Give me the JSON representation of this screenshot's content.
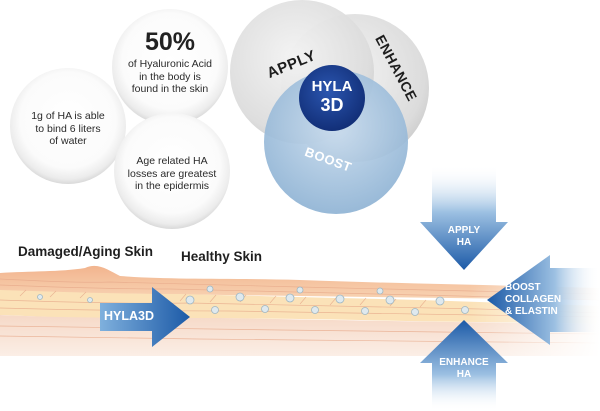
{
  "bubbles": {
    "stat_big": "50%",
    "stat_big_caption": "of Hyaluronic Acid\nin the body is\nfound in the skin",
    "water_fact": "1g of HA is able\nto bind 6 liters\nof water",
    "age_fact": "Age related HA\nlosses are greatest\nin the epidermis"
  },
  "venn": {
    "apply": "APPLY",
    "enhance": "ENHANCE",
    "boost": "BOOST",
    "center_line1": "HYLA",
    "center_line2": "3D"
  },
  "skin": {
    "damaged_label": "Damaged/Aging Skin",
    "healthy_label": "Healthy Skin"
  },
  "arrows": {
    "hyla3d": "HYLA3D",
    "apply": "APPLY\nHA",
    "boost": "BOOST\nCOLLAGEN\n& ELASTIN",
    "enhance": "ENHANCE\nHA"
  },
  "colors": {
    "brand_blue": "#1a3f95",
    "arrow_blue": "#1e5aa8",
    "boost_circle": "#a9c7e0"
  }
}
